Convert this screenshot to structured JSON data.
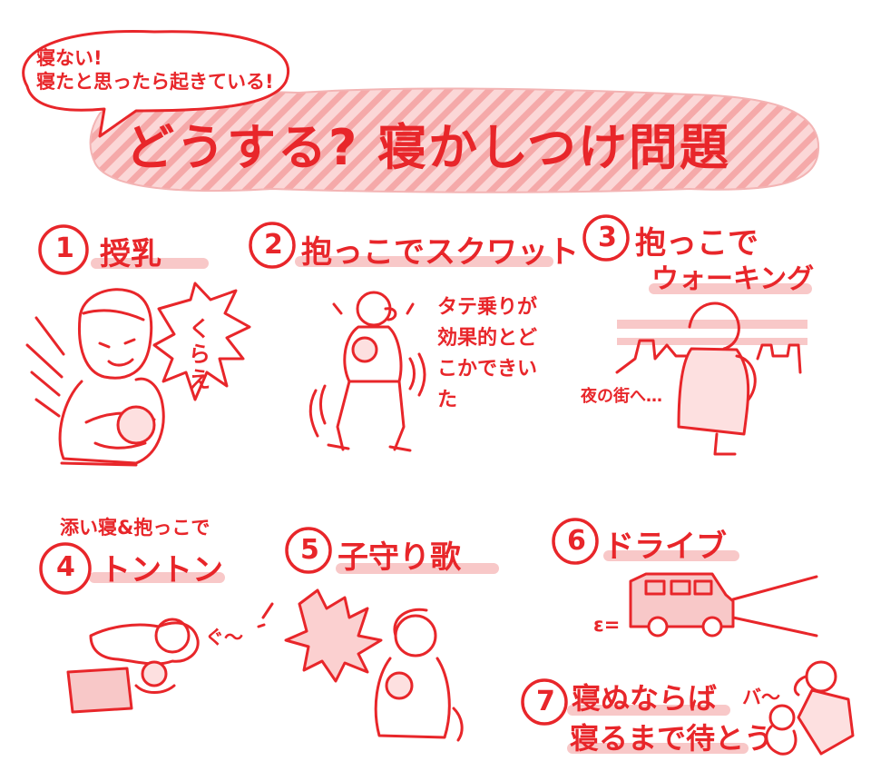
{
  "bubble": {
    "line1": "寝ない!",
    "line2": "寝たと思ったら起きている!"
  },
  "title": "どうする? 寝かしつけ問題",
  "items": [
    {
      "num": "1",
      "label": "授乳",
      "sfx": "くらえ"
    },
    {
      "num": "2",
      "label": "抱っこでスクワット",
      "note": "タテ乗りが効果的とどこかできいた"
    },
    {
      "num": "3",
      "label": "抱っこで",
      "label2": "ウォーキング",
      "caption": "夜の街へ…"
    },
    {
      "num": "4",
      "label": "トントン",
      "prefix": "添い寝&抱っこで",
      "sfx": "ぐ〜"
    },
    {
      "num": "5",
      "label": "子守り歌"
    },
    {
      "num": "6",
      "label": "ドライブ",
      "sfx": "ε="
    },
    {
      "num": "7",
      "label": "寝ぬならば",
      "label2": "寝るまで待とう",
      "sfx": "バ〜"
    }
  ],
  "colors": {
    "ink": "#e8262a",
    "highlight": "#f8c4c4",
    "stripe": "#f5a9a9"
  }
}
